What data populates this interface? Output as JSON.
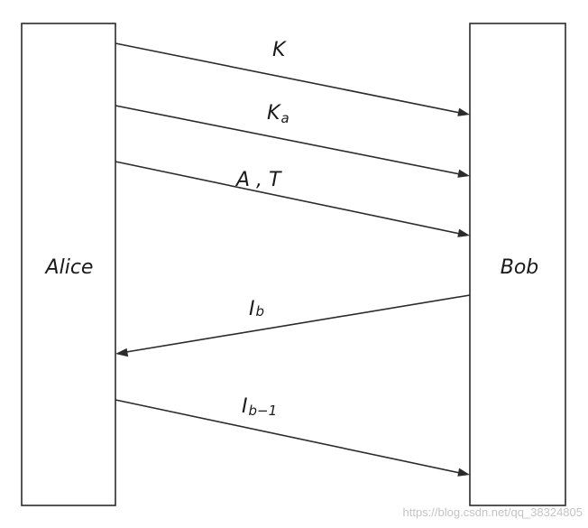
{
  "actors": {
    "left": {
      "name": "Alice"
    },
    "right": {
      "name": "Bob"
    }
  },
  "messages": [
    {
      "direction": "left-to-right",
      "label": "K",
      "subscript": ""
    },
    {
      "direction": "left-to-right",
      "label": "K",
      "subscript": "a"
    },
    {
      "direction": "left-to-right",
      "label": "A , T",
      "subscript": ""
    },
    {
      "direction": "right-to-left",
      "label": "I",
      "subscript": "b"
    },
    {
      "direction": "left-to-right",
      "label": "I",
      "subscript": "b−1"
    }
  ],
  "watermark": "https://blog.csdn.net/qq_38324805"
}
